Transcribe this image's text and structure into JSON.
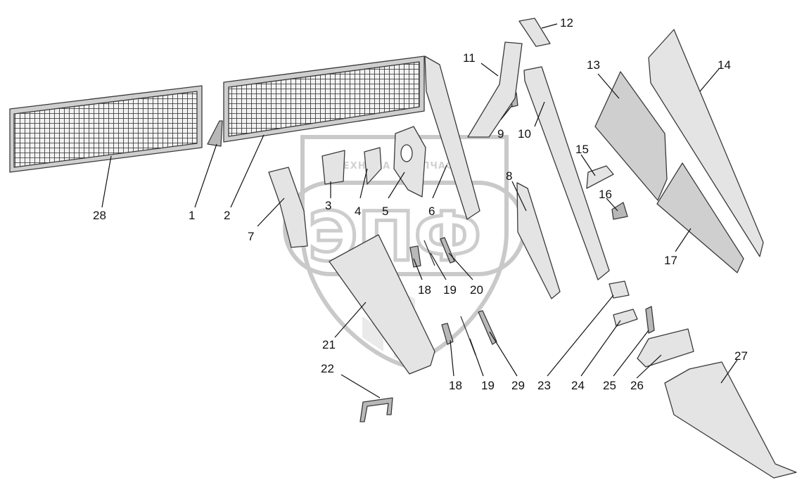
{
  "watermark": {
    "top_text": "ТЕХНИКА И ЗАПЧАСТИ",
    "logo_text": "ЭПФ"
  },
  "callouts": [
    {
      "id": "p28",
      "label": "28"
    },
    {
      "id": "p1",
      "label": "1"
    },
    {
      "id": "p2",
      "label": "2"
    },
    {
      "id": "p3",
      "label": "3"
    },
    {
      "id": "p4",
      "label": "4"
    },
    {
      "id": "p5",
      "label": "5"
    },
    {
      "id": "p6",
      "label": "6"
    },
    {
      "id": "p7",
      "label": "7"
    },
    {
      "id": "p8",
      "label": "8"
    },
    {
      "id": "p9",
      "label": "9"
    },
    {
      "id": "p10",
      "label": "10"
    },
    {
      "id": "p11",
      "label": "11"
    },
    {
      "id": "p12",
      "label": "12"
    },
    {
      "id": "p13",
      "label": "13"
    },
    {
      "id": "p14",
      "label": "14"
    },
    {
      "id": "p15",
      "label": "15"
    },
    {
      "id": "p16",
      "label": "16"
    },
    {
      "id": "p17",
      "label": "17"
    },
    {
      "id": "p18a",
      "label": "18"
    },
    {
      "id": "p19a",
      "label": "19"
    },
    {
      "id": "p20",
      "label": "20"
    },
    {
      "id": "p21",
      "label": "21"
    },
    {
      "id": "p22",
      "label": "22"
    },
    {
      "id": "p18b",
      "label": "18"
    },
    {
      "id": "p19b",
      "label": "19"
    },
    {
      "id": "p29",
      "label": "29"
    },
    {
      "id": "p23",
      "label": "23"
    },
    {
      "id": "p24",
      "label": "24"
    },
    {
      "id": "p25",
      "label": "25"
    },
    {
      "id": "p26",
      "label": "26"
    },
    {
      "id": "p27",
      "label": "27"
    }
  ]
}
